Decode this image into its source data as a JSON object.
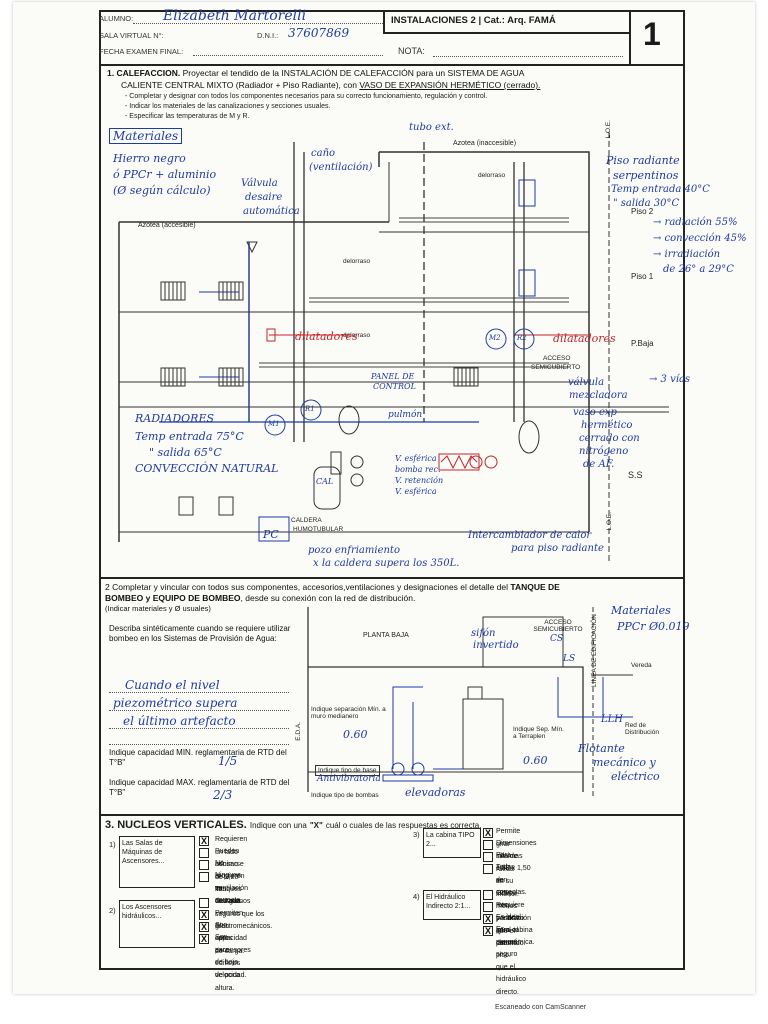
{
  "header": {
    "alumno_label": "ALUMNO:",
    "alumno_value": "Elizabeth Martorelli",
    "sala_label": "SALA VIRTUAL N°:",
    "dni_label": "D.N.I.:",
    "dni_value": "37607869",
    "fecha_label": "FECHA EXAMEN FINAL:",
    "course": "INSTALACIONES 2  |  Cat.: Arq. FAMÁ",
    "nota_label": "NOTA:",
    "page_number": "1"
  },
  "section1": {
    "title": "1. CALEFACCION.",
    "intro": "Proyectar el tendido de la INSTALACIÓN DE CALEFACCIÓN para un SISTEMA DE AGUA",
    "intro2": "CALIENTE CENTRAL MIXTO (Radiador + Piso Radiante), con",
    "intro2_u": "VASO DE EXPANSIÓN HERMÉTICO (cerrado).",
    "bullet1": "- Completar y designar con todos los componentes necesarios para su correcto funcionamiento, regulación y control.",
    "bullet2": "- Indicar los materiales de las canalizaciones y secciones usuales.",
    "bullet3": "- Especificar las temperaturas de M y R.",
    "printed": {
      "azotea_inacc": "Azotea (inaccesible)",
      "azotea_acc": "Azotea (accesible)",
      "piso2": "Piso 2",
      "piso1": "Piso 1",
      "pbaja": "P.Baja",
      "acceso": "ACCESO",
      "semicubierto": "SEMICUBIERTO",
      "ss": "S.S",
      "caldera": "CALDERA",
      "humotubular": "HUMOTUBULAR",
      "loe": "L.O.E.",
      "delorraso": "delorraso"
    },
    "handwritten": {
      "materiales": "Materiales",
      "mat1": "Hierro negro",
      "mat2": "ó PPCr + aluminio",
      "mat3": "(Ø según cálculo)",
      "valvula": "Válvula",
      "valvula2": "desaire",
      "valvula3": "automática",
      "caño": "caño",
      "ventilacion": "(ventilación)",
      "tubo_ext": "tubo ext.",
      "piso_radiante": "Piso radiante",
      "serpentinos": "serpentinos",
      "temp_entrada_piso": "Temp entrada 40°C",
      "salida_piso": "\"   salida 30°C",
      "radiacion": "→ radiación 55%",
      "conveccion": "→ convección 45%",
      "irradiacion": "→ irradiación",
      "irrad_temp": "de 26° a 29°C",
      "dilatadores": "dilatadores",
      "panel": "PANEL DE",
      "control": "CONTROL",
      "vas_valv": "válvula",
      "mezcladora": "mezcladora",
      "tres_vias": "→ 3 vías",
      "radiadores": "RADIADORES",
      "temp_rad": "Temp entrada 75°C",
      "salida_rad": "\"   salida 65°C",
      "conv_nat": "CONVECCIÓN NATURAL",
      "vaso_exp": "vaso exp",
      "hermetico": "hermético",
      "cerrado": "cerrado con",
      "nitrogeno": "nitrógeno",
      "de_af": "de AF.",
      "pulmon": "pulmón",
      "v_esferica": "V. esférica",
      "bomba": "bomba rec.",
      "v_retencion": "V. retención",
      "v_esf2": "V. esférica",
      "intercambiador": "Intercambiador de calor",
      "para_piso": "para piso radiante",
      "pozo": "pozo enfriamiento",
      "pozo2": "x la caldera supera los 350L.",
      "pc": "PC",
      "cal": "CAL",
      "m1": "M1",
      "m2": "M2",
      "r1": "R1",
      "r2": "R2"
    }
  },
  "section2": {
    "title_a": "2  Completar y vincular con todos sus componentes, accesorios,ventilaciones y designaciones el detalle del",
    "title_b": "TANQUE DE",
    "title_c": "BOMBEO y EQUIPO DE BOMBEO",
    "title_d": ", desde su conexión con la red de distribución.",
    "title_e": "(Indicar materiales y Ø usuales)",
    "describe_q": "Describa sintéticamente cuando se requiere utilizar bombeo en los Sistemas de Provisión de Agua:",
    "answer1": "Cuando el nivel",
    "answer2": "piezométrico supera",
    "answer3": "el último artefacto",
    "cap_min_q": "Indique capacidad MIN. reglamentaria de RTD del T°B\"",
    "cap_min_a": "1/5",
    "cap_max_q": "Indique capacidad MAX. reglamentaria de RTD del T°B\"",
    "cap_max_a": "2/3",
    "planta_baja": "PLANTA BAJA",
    "acceso_semi": "ACCESO SEMICUBIERTO",
    "linea": "LINEA DE EDIFICACIÓN",
    "vereda": "Vereda",
    "red": "Red de Distribución",
    "sep_muro_q": "Indique separación Mín. a muro medianero",
    "sep_muro_a": "0.60",
    "sep_terr_q": "Indique Sep. Mín. a Terraplen",
    "sep_terr_a": "0.60",
    "tipo_base_q": "Indique tipo de base",
    "tipo_base_a": "Antivibratoria",
    "tipo_bombas_q": "Indique tipo de bombas",
    "tipo_bombas_a": "elevadoras",
    "materiales": "Materiales",
    "material_val": "PPCr Ø0.019",
    "sifon": "sifón",
    "invertido": "invertido",
    "flotante": "Flotante",
    "mecanico": "mecánico y",
    "electrico": "eléctrico",
    "llh": "LLH",
    "cs": "CS",
    "ls": "LS",
    "eda": "E.D.A."
  },
  "section3": {
    "title": "3. NUCLEOS VERTICALES.",
    "instruction_a": "Indique con una",
    "instruction_x": "\"X\"",
    "instruction_b": "cuál o cuales de las respuestas es correcta.",
    "q1_label": "Las Salas de Máquinas de Ascensores...",
    "q1_opts": [
      {
        "text": "Requieren un lado mínimo de 2,20 mts.",
        "mark": "X"
      },
      {
        "text": "Pueden adosarse a Tanques de Agua.",
        "mark": ""
      },
      {
        "text": "No requieren ventilación cruzada.",
        "mark": ""
      },
      {
        "text": "Ninguna es correcta.",
        "mark": ""
      }
    ],
    "q2_label": "Los Ascensores hidráulicos...",
    "q2_opts": [
      {
        "text": "Son menos seguros que los Electromecánicos.",
        "mark": ""
      },
      {
        "text": "Permiten gran capacidad de carga.",
        "mark": "X"
      },
      {
        "text": "Son aptos para edificios de poca altura.",
        "mark": "X"
      },
      {
        "text": "Son ascensores de baja velocidad.",
        "mark": "X"
      }
    ],
    "q3_label": "La cabina TIPO 2...",
    "q3_opts": [
      {
        "text": "Permite girar silla de rueda en su interior.",
        "mark": "X"
      },
      {
        "text": "Dimensiones mínimas 1,50 x 1,50 m.",
        "mark": ""
      },
      {
        "text": "Para edif. de +25 mts. y + 6 pers. por piso.",
        "mark": ""
      },
      {
        "text": "Todas son correctas.",
        "mark": ""
      }
    ],
    "q4_label": "El Hidráulico Indirecto 2:1...",
    "q4_opts": [
      {
        "text": "Ocupa menos pasadizo que el directo.",
        "mark": ""
      },
      {
        "text": "Requiere perforación igual al recorrido.",
        "mark": ""
      },
      {
        "text": "Es ideal para cabina panorámica.",
        "mark": "X"
      },
      {
        "text": "Es menos seguro que el hidráulico directo.",
        "mark": "X"
      }
    ]
  },
  "footer": {
    "scanner": "Escaneado con CamScanner"
  }
}
